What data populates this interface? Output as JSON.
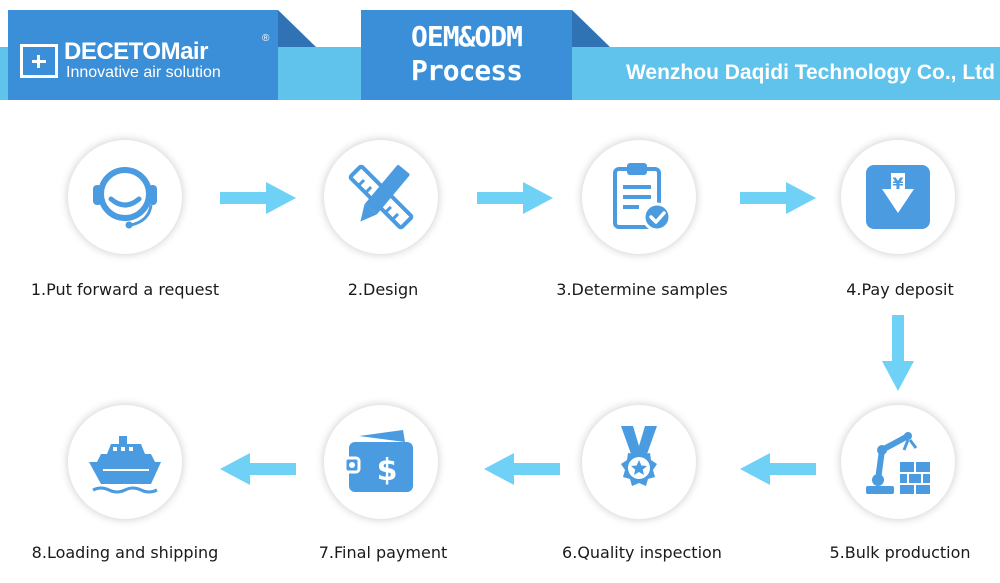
{
  "header": {
    "logo_brand": "DECETOMair",
    "logo_registered": "®",
    "logo_tagline": "Innovative air solution",
    "title_line1": "OEM&ODM",
    "title_line2": "Process",
    "company": "Wenzhou Daqidi Technology Co., Ltd"
  },
  "colors": {
    "primary_blue": "#3a8fd8",
    "band_blue": "#5fc3ec",
    "icon_blue": "#4a9be0",
    "arrow_blue": "#6ed1f5"
  },
  "steps": [
    {
      "label": "1.Put forward a request",
      "icon": "headset-icon"
    },
    {
      "label": "2.Design",
      "icon": "pencil-ruler-icon"
    },
    {
      "label": "3.Determine samples",
      "icon": "clipboard-check-icon"
    },
    {
      "label": "4.Pay deposit",
      "icon": "yuan-download-icon"
    },
    {
      "label": "5.Bulk production",
      "icon": "robot-arm-icon"
    },
    {
      "label": "6.Quality inspection",
      "icon": "medal-icon"
    },
    {
      "label": "7.Final payment",
      "icon": "wallet-dollar-icon"
    },
    {
      "label": "8.Loading and shipping",
      "icon": "ship-icon"
    }
  ]
}
